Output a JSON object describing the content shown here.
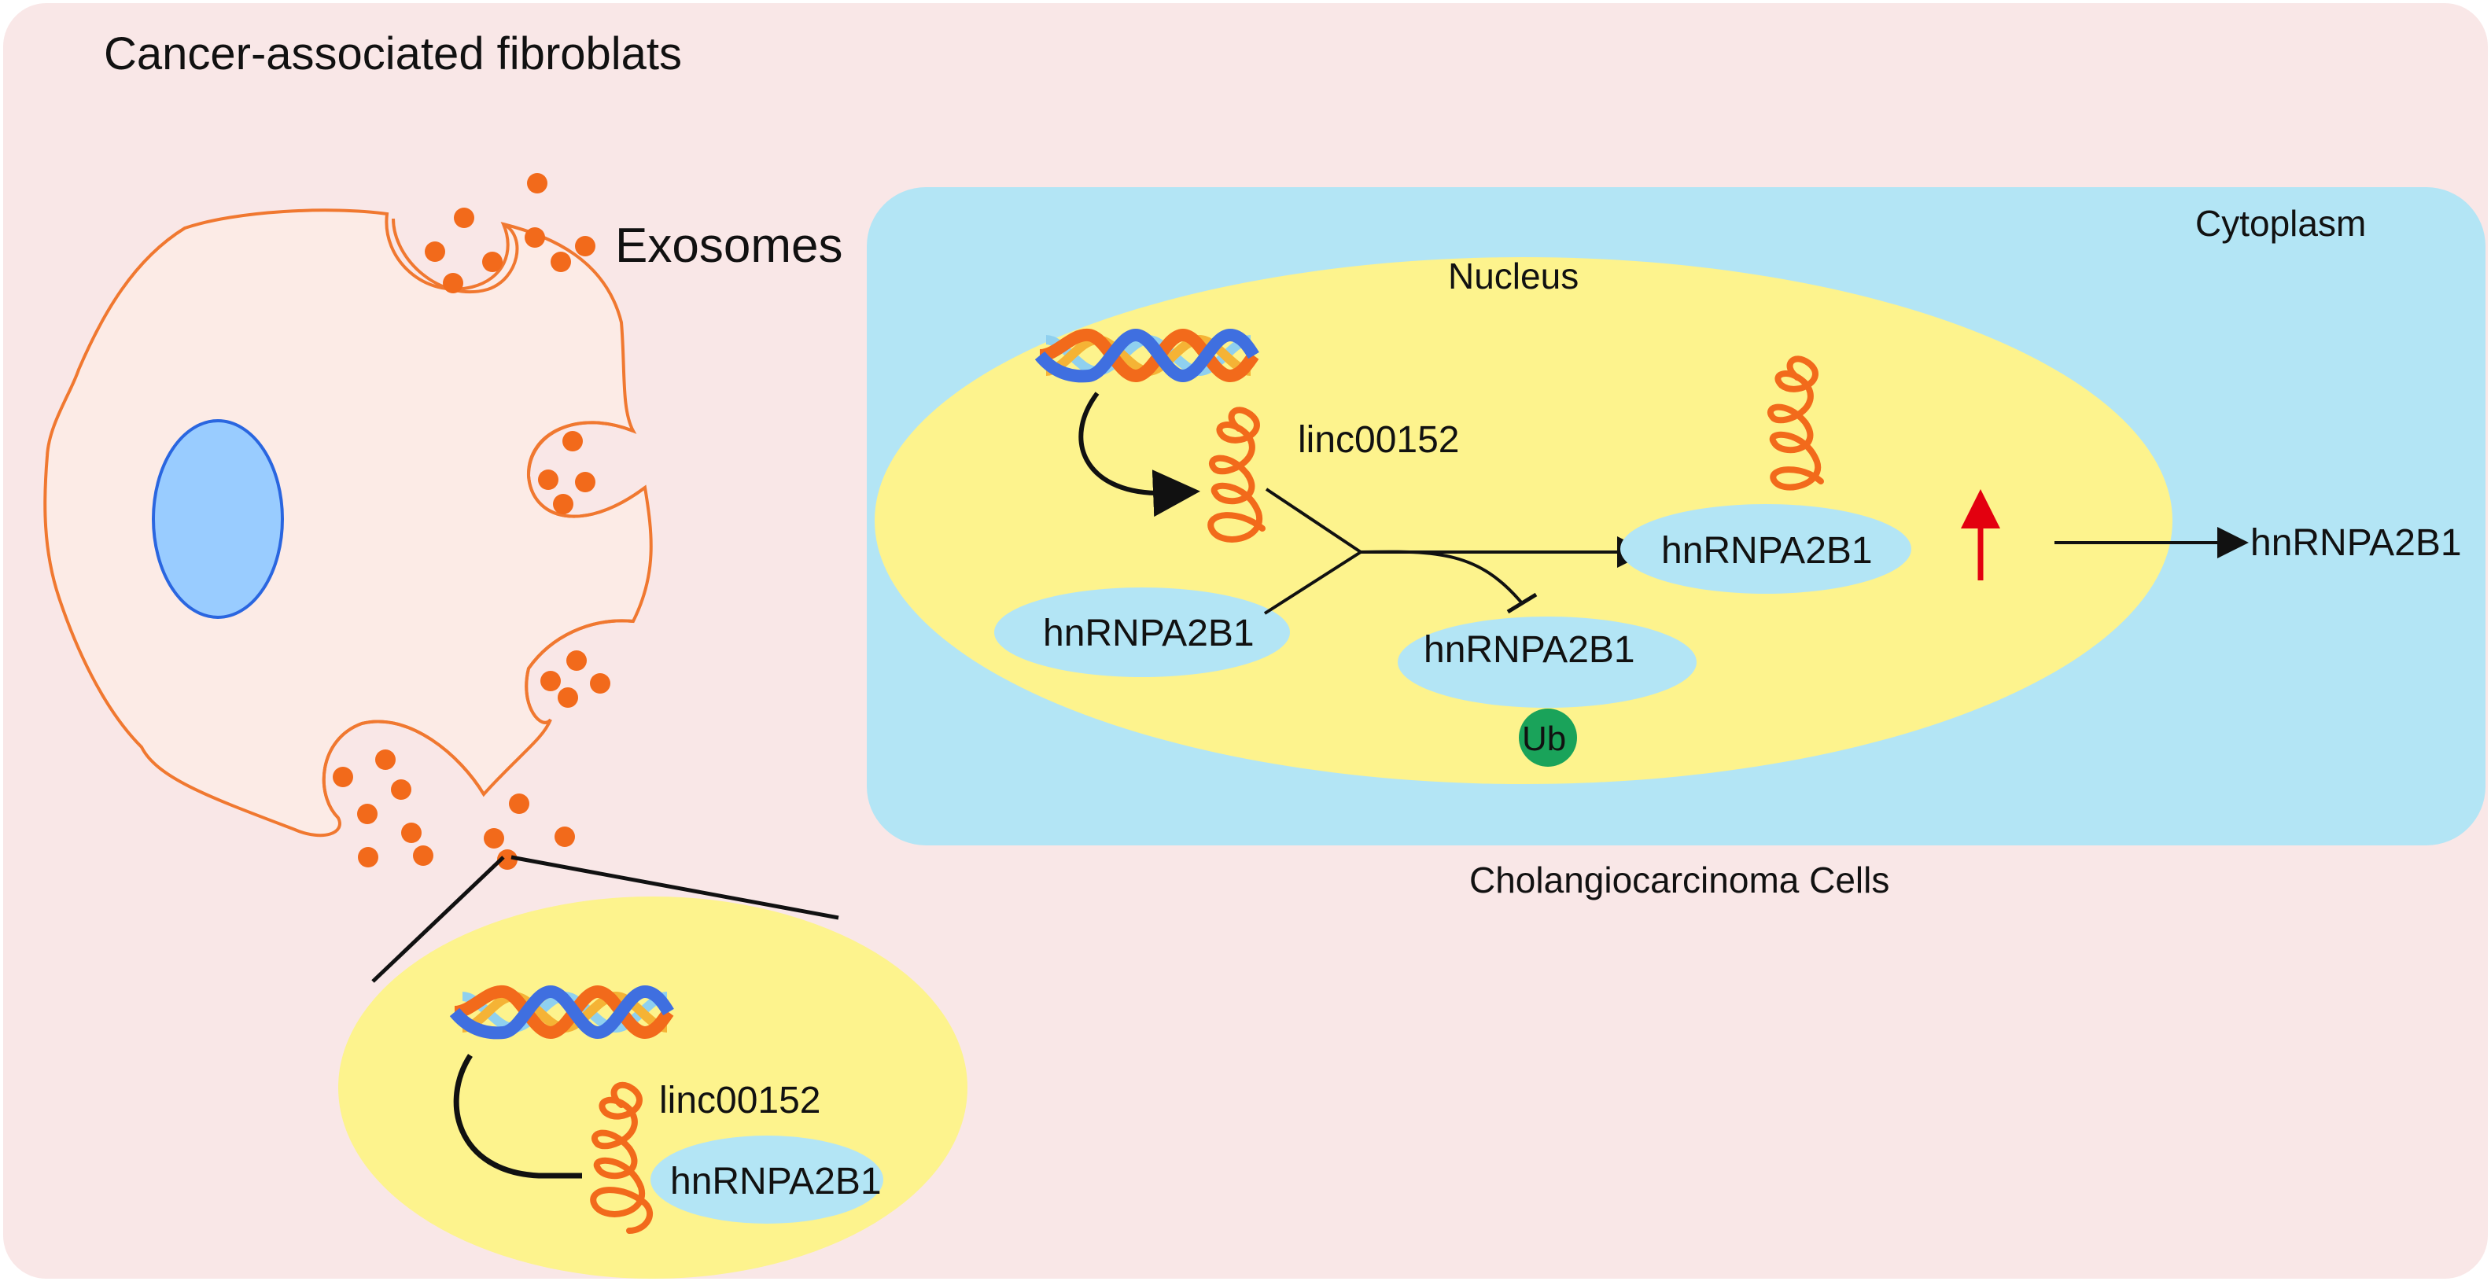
{
  "title": "Cancer-associated fibroblats",
  "exosomes_label": "Exosomes",
  "cytoplasm_label": "Cytoplasm",
  "nucleus_label": "Nucleus",
  "cell_label": "Cholangiocarcinoma Cells",
  "lnc_label_nucleus": "linc00152",
  "lnc_label_exosome": "linc00152",
  "protein_nucleus_left": "hnRNPA2B1",
  "protein_nucleus_degraded": "hnRNPA2B1",
  "protein_nucleus_up": "hnRNPA2B1",
  "protein_cytoplasm": "hnRNPA2B1",
  "protein_exosome": "hnRNPA2B1",
  "ubiquitin_label": "Ub",
  "colors": {
    "background": "#f9e7e7",
    "fibroblast_outline": "#f07830",
    "exosome_dot": "#f26a1b",
    "fibroblast_nucleus": "#99ccff",
    "cytoplasm": "#b3e5f5",
    "nucleus": "#fdf38d",
    "protein": "#b3e5f5",
    "ubiquitin": "#1aa35a",
    "up_arrow": "#e3000f",
    "dna_orange": "#f26a1b",
    "dna_blue": "#3f6fe0",
    "dna_light": "#8fd0ef",
    "dna_yellow": "#f5b335"
  }
}
